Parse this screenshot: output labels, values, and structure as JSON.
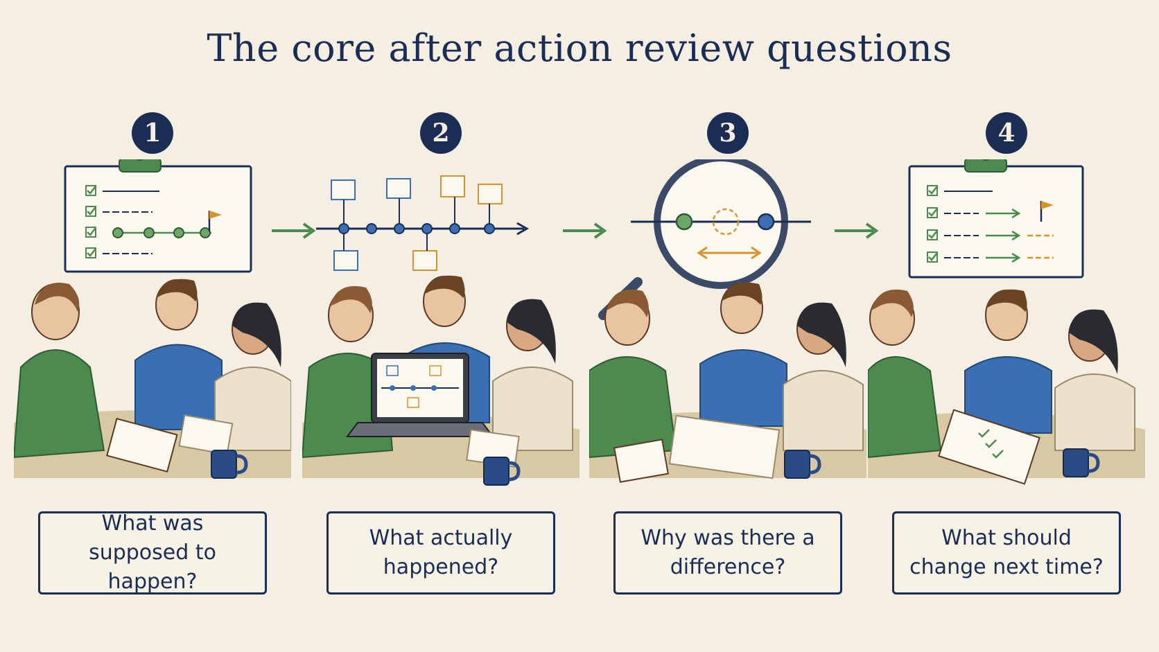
{
  "title": "The core after action review questions",
  "steps": [
    {
      "number": "1",
      "question": "What was supposed to happen?"
    },
    {
      "number": "2",
      "question": "What actually happened?"
    },
    {
      "number": "3",
      "question": "Why was there a difference?"
    },
    {
      "number": "4",
      "question": "What should change next time?"
    }
  ],
  "colors": {
    "navy": "#1b2c55",
    "green": "#4d8a4f",
    "blue": "#3a6fb3",
    "orange": "#d4942e",
    "background": "#f4efe2"
  }
}
